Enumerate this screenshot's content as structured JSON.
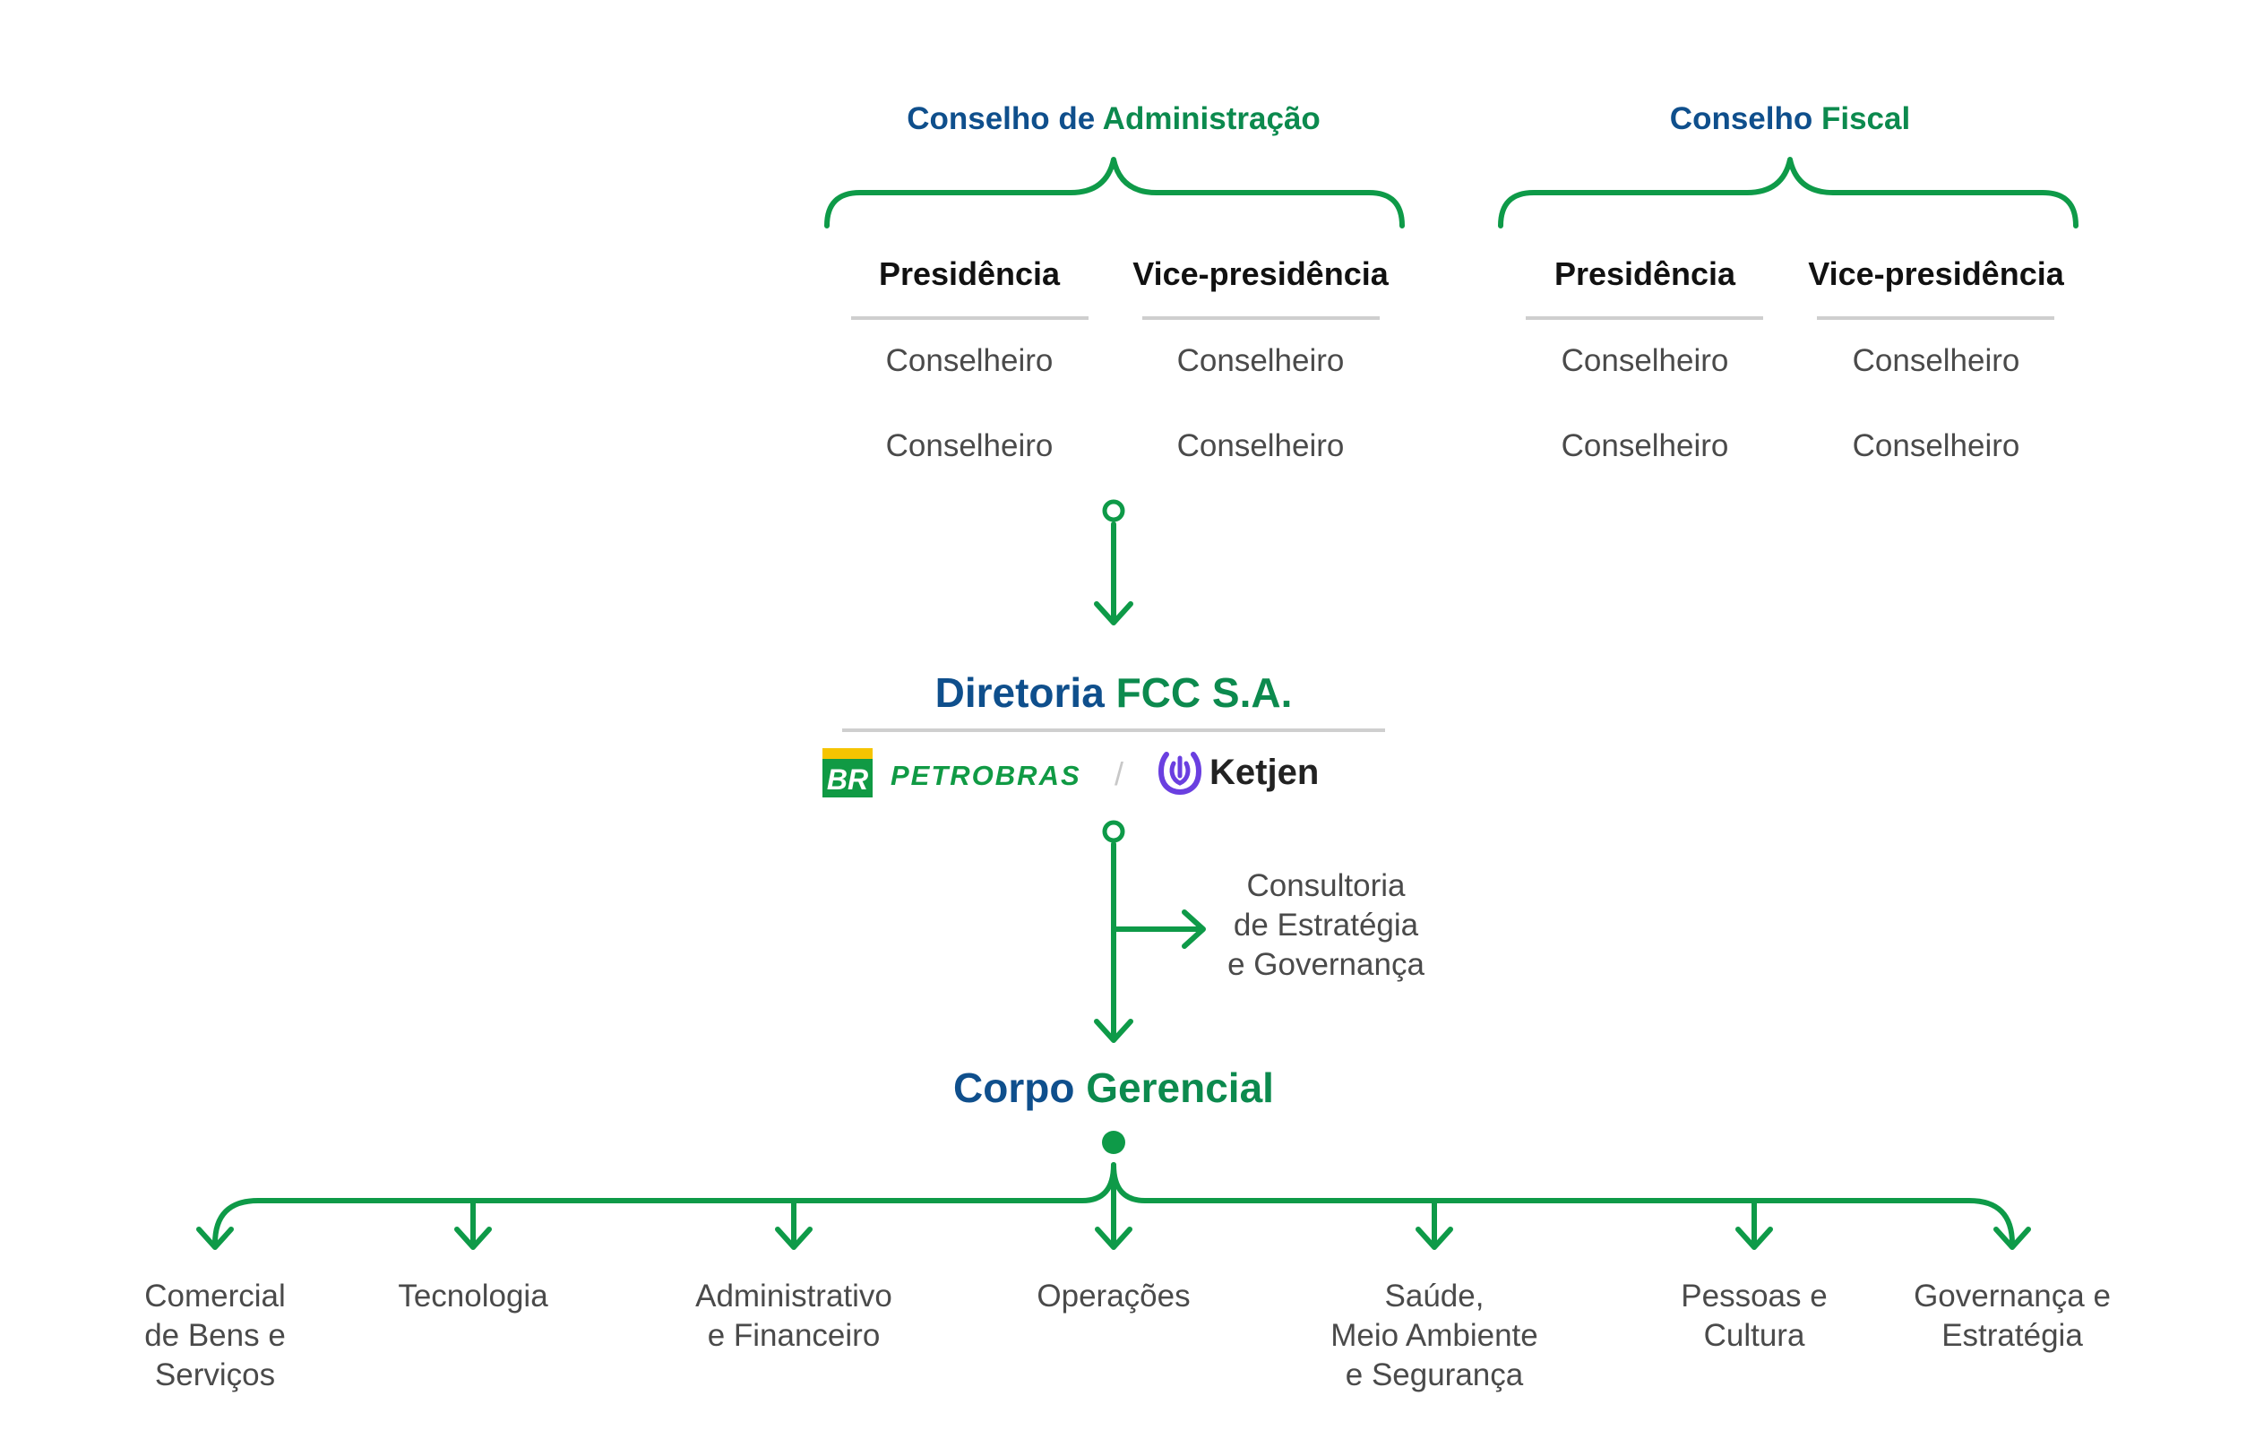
{
  "boards": {
    "administration": {
      "title_part1": "Conselho de ",
      "title_part2": "Administração",
      "presidency": "Presidência",
      "vice_presidency": "Vice-presidência",
      "members": [
        "Conselheiro",
        "Conselheiro",
        "Conselheiro",
        "Conselheiro"
      ]
    },
    "fiscal": {
      "title_part1": "Conselho ",
      "title_part2": "Fiscal",
      "presidency": "Presidência",
      "vice_presidency": "Vice-presidência",
      "members": [
        "Conselheiro",
        "Conselheiro",
        "Conselheiro",
        "Conselheiro"
      ]
    }
  },
  "directorate": {
    "title_part1": "Diretoria ",
    "title_part2": "FCC S.A.",
    "logos": {
      "petrobras_badge": "BR",
      "petrobras_name": "PETROBRAS",
      "separator": "/",
      "ketjen_name": "Ketjen"
    }
  },
  "consultancy": {
    "lines": [
      "Consultoria",
      "de Estratégia",
      "e Governança"
    ]
  },
  "management": {
    "title_part1": "Corpo ",
    "title_part2": "Gerencial",
    "departments": [
      {
        "lines": [
          "Comercial",
          "de Bens e",
          "Serviços"
        ]
      },
      {
        "lines": [
          "Tecnologia"
        ]
      },
      {
        "lines": [
          "Administrativo",
          "e Financeiro"
        ]
      },
      {
        "lines": [
          "Operações"
        ]
      },
      {
        "lines": [
          "Saúde,",
          "Meio Ambiente",
          "e Segurança"
        ]
      },
      {
        "lines": [
          "Pessoas e",
          "Cultura"
        ]
      },
      {
        "lines": [
          "Governança e",
          "Estratégia"
        ]
      }
    ]
  },
  "colors": {
    "connector_green": "#0e9a48",
    "title_blue": "#0f4f8c",
    "title_green": "#0c8a4e",
    "divider_gray": "#cfcfcf",
    "petrobras_yellow": "#f5c400",
    "ketjen_purple": "#6a3fe0"
  },
  "icons": {
    "petrobras": "petrobras-logo-icon",
    "ketjen": "ketjen-flame-icon"
  }
}
